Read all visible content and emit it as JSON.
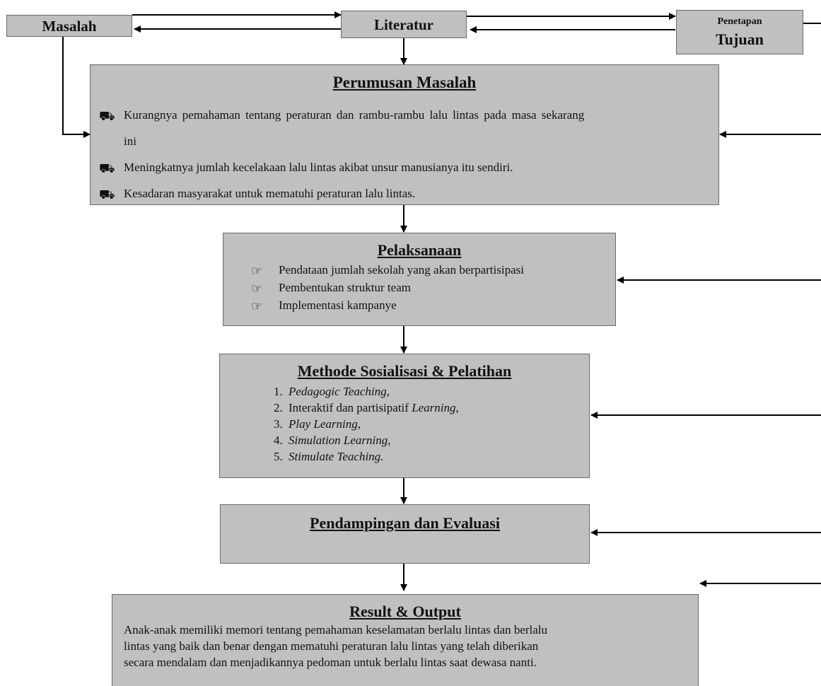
{
  "masalah": "Masalah",
  "literatur": "Literatur",
  "penetapan": {
    "line1": "Penetapan",
    "line2": "Tujuan"
  },
  "perumusan": {
    "title": "Perumusan Masalah",
    "items": [
      "Kurangnya pemahaman tentang peraturan dan rambu-rambu lalu lintas pada masa sekarang",
      "ini",
      "Meningkatnya jumlah kecelakaan lalu lintas akibat unsur manusianya itu sendiri.",
      "Kesadaran masyarakat untuk mematuhi peraturan lalu lintas."
    ]
  },
  "pelaksanaan": {
    "title": "Pelaksanaan",
    "items": [
      "Pendataan jumlah sekolah yang akan berpartisipasi",
      "Pembentukan struktur team",
      "Implementasi kampanye"
    ]
  },
  "methode": {
    "title": "Methode Sosialisasi & Pelatihan",
    "items": [
      {
        "num": "1.",
        "text": "Pedagogic Teaching",
        "suffix": ","
      },
      {
        "num": "2.",
        "prefix": "Interaktif dan partisipatif ",
        "text": "Learning",
        "suffix": ","
      },
      {
        "num": "3.",
        "text": "Play Learning",
        "suffix": ","
      },
      {
        "num": "4.",
        "text": "Simulation Learning,",
        "suffix": ""
      },
      {
        "num": "5.",
        "text": "Stimulate Teaching.",
        "suffix": ""
      }
    ]
  },
  "pendampingan": {
    "title": "Pendampingan dan Evaluasi"
  },
  "result": {
    "title": "Result & Output",
    "lines": [
      "Anak-anak memiliki memori tentang pemahaman keselamatan berlalu lintas dan berlalu",
      "lintas yang baik dan benar dengan mematuhi peraturan lalu lintas yang telah diberikan",
      "secara mendalam dan menjadikannya pedoman untuk berlalu lintas saat dewasa nanti."
    ]
  },
  "icons": {
    "perumusan_bullet": "car-icon",
    "pelaksanaan_bullet": "hand-pointer-icon"
  }
}
